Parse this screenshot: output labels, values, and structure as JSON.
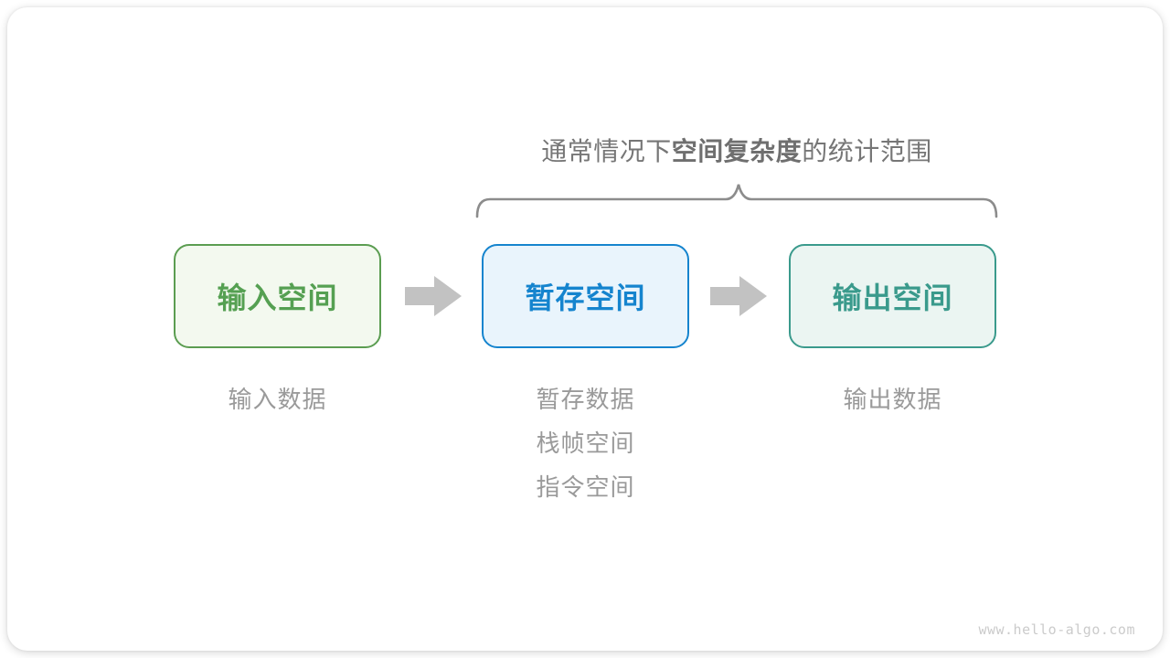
{
  "title": {
    "prefix": "通常情况下",
    "emphasis": "空间复杂度",
    "suffix": "的统计范围"
  },
  "brace": {
    "color": "#8c8c8c"
  },
  "flow": {
    "boxes": [
      {
        "label": "输入空间",
        "text_color": "#55a052",
        "border_color": "#5b9d51",
        "bg_color": "#f3f9ef"
      },
      {
        "label": "暂存空间",
        "text_color": "#1584ce",
        "border_color": "#1584ce",
        "bg_color": "#e9f4fc"
      },
      {
        "label": "输出空间",
        "text_color": "#3a9a8c",
        "border_color": "#3a9a8c",
        "bg_color": "#ebf5f2"
      }
    ],
    "arrow_color": "#c2c2c2"
  },
  "notes": {
    "input": [
      "输入数据"
    ],
    "temp": [
      "暂存数据",
      "栈帧空间",
      "指令空间"
    ],
    "output": [
      "输出数据"
    ]
  },
  "watermark": "www.hello-algo.com"
}
